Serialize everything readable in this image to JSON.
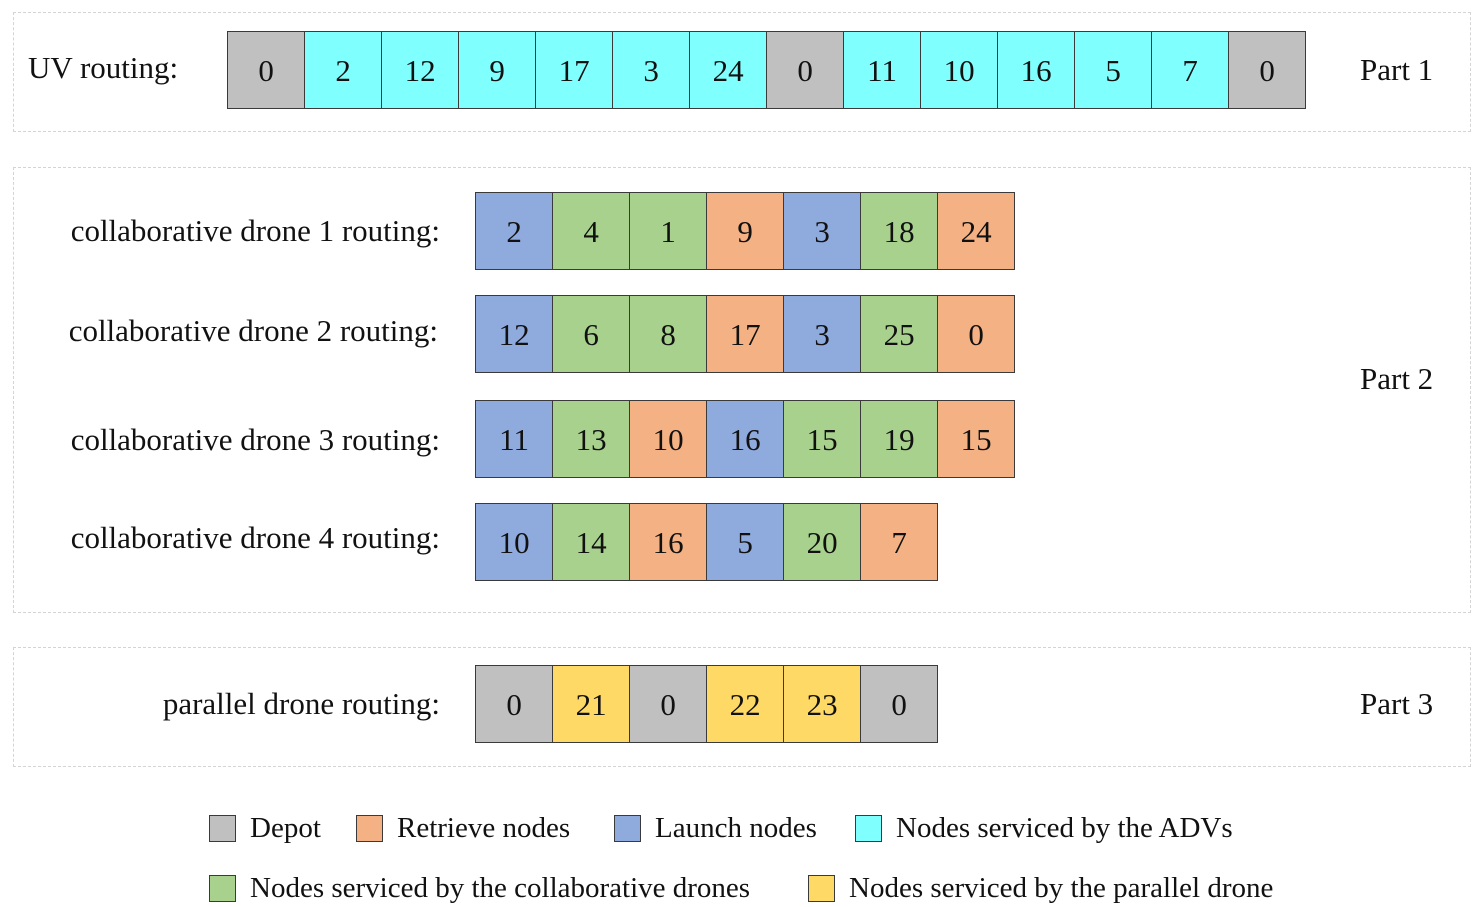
{
  "colors": {
    "depot": "#c0c0c0",
    "adv": "#80ffff",
    "launch": "#8faadc",
    "collab": "#a9d18e",
    "retrieve": "#f4b183",
    "parallel": "#ffd966"
  },
  "parts": [
    {
      "label": "Part 1",
      "rows": [
        {
          "label": "UV routing:",
          "cells": [
            {
              "value": "0",
              "type": "depot"
            },
            {
              "value": "2",
              "type": "adv"
            },
            {
              "value": "12",
              "type": "adv"
            },
            {
              "value": "9",
              "type": "adv"
            },
            {
              "value": "17",
              "type": "adv"
            },
            {
              "value": "3",
              "type": "adv"
            },
            {
              "value": "24",
              "type": "adv"
            },
            {
              "value": "0",
              "type": "depot"
            },
            {
              "value": "11",
              "type": "adv"
            },
            {
              "value": "10",
              "type": "adv"
            },
            {
              "value": "16",
              "type": "adv"
            },
            {
              "value": "5",
              "type": "adv"
            },
            {
              "value": "7",
              "type": "adv"
            },
            {
              "value": "0",
              "type": "depot"
            }
          ]
        }
      ]
    },
    {
      "label": "Part 2",
      "rows": [
        {
          "label": "collaborative drone 1 routing:",
          "cells": [
            {
              "value": "2",
              "type": "launch"
            },
            {
              "value": "4",
              "type": "collab"
            },
            {
              "value": "1",
              "type": "collab"
            },
            {
              "value": "9",
              "type": "retrieve"
            },
            {
              "value": "3",
              "type": "launch"
            },
            {
              "value": "18",
              "type": "collab"
            },
            {
              "value": "24",
              "type": "retrieve"
            }
          ]
        },
        {
          "label": "collaborative drone 2 routing:",
          "cells": [
            {
              "value": "12",
              "type": "launch"
            },
            {
              "value": "6",
              "type": "collab"
            },
            {
              "value": "8",
              "type": "collab"
            },
            {
              "value": "17",
              "type": "retrieve"
            },
            {
              "value": "3",
              "type": "launch"
            },
            {
              "value": "25",
              "type": "collab"
            },
            {
              "value": "0",
              "type": "retrieve"
            }
          ]
        },
        {
          "label": "collaborative drone 3 routing:",
          "cells": [
            {
              "value": "11",
              "type": "launch"
            },
            {
              "value": "13",
              "type": "collab"
            },
            {
              "value": "10",
              "type": "retrieve"
            },
            {
              "value": "16",
              "type": "launch"
            },
            {
              "value": "15",
              "type": "collab"
            },
            {
              "value": "19",
              "type": "collab"
            },
            {
              "value": "15",
              "type": "retrieve"
            }
          ]
        },
        {
          "label": "collaborative drone 4 routing:",
          "cells": [
            {
              "value": "10",
              "type": "launch"
            },
            {
              "value": "14",
              "type": "collab"
            },
            {
              "value": "16",
              "type": "retrieve"
            },
            {
              "value": "5",
              "type": "launch"
            },
            {
              "value": "20",
              "type": "collab"
            },
            {
              "value": "7",
              "type": "retrieve"
            }
          ]
        }
      ]
    },
    {
      "label": "Part 3",
      "rows": [
        {
          "label": "parallel drone routing:",
          "cells": [
            {
              "value": "0",
              "type": "depot"
            },
            {
              "value": "21",
              "type": "parallel"
            },
            {
              "value": "0",
              "type": "depot"
            },
            {
              "value": "22",
              "type": "parallel"
            },
            {
              "value": "23",
              "type": "parallel"
            },
            {
              "value": "0",
              "type": "depot"
            }
          ]
        }
      ]
    }
  ],
  "legend": [
    {
      "label": "Depot",
      "type": "depot"
    },
    {
      "label": "Retrieve nodes",
      "type": "retrieve"
    },
    {
      "label": "Launch nodes",
      "type": "launch"
    },
    {
      "label": "Nodes serviced by the ADVs",
      "type": "adv"
    },
    {
      "label": "Nodes serviced by the collaborative drones",
      "type": "collab"
    },
    {
      "label": "Nodes serviced by the  parallel drone",
      "type": "parallel"
    }
  ]
}
